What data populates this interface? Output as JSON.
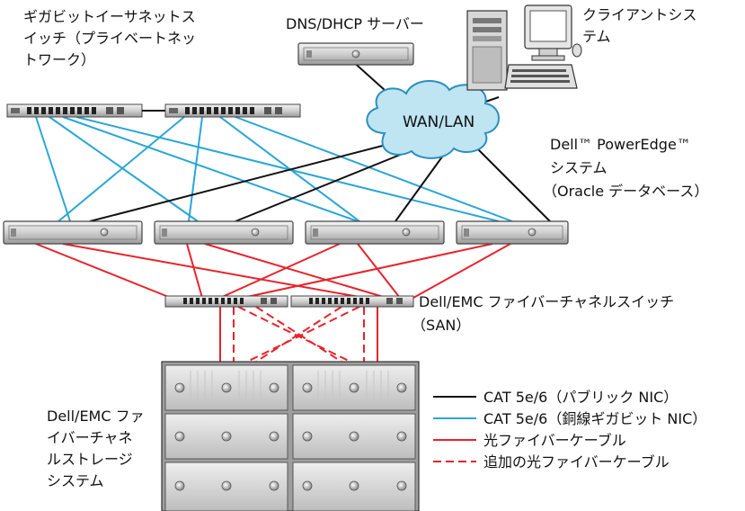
{
  "labels": {
    "gigabit_switch": [
      "ギガビットイーサネットス",
      "イッチ（プライベートネッ",
      "トワーク）"
    ],
    "dns_server": "DNS/DHCP サーバー",
    "client_system": [
      "クライアントシス",
      "テム"
    ],
    "wan_lan": "WAN/LAN",
    "poweredge": [
      "Dell™ PowerEdge™",
      "システム",
      "（Oracle データベース）"
    ],
    "fc_switch": [
      "Dell/EMC ファイバーチャネルスイッチ",
      "（SAN）"
    ],
    "fc_storage": [
      "Dell/EMC ファ",
      "イバーチャネ",
      "ルストレージ",
      "システム"
    ]
  },
  "legend": [
    {
      "label": "CAT 5e/6（パブリック NIC）",
      "color": "#111111",
      "style": "solid"
    },
    {
      "label": "CAT 5e/6（銅線ギガビット NIC）",
      "color": "#2aa6d6",
      "style": "solid"
    },
    {
      "label": "光ファイバーケーブル",
      "color": "#e8232c",
      "style": "solid"
    },
    {
      "label": "追加の光ファイバーケーブル",
      "color": "#e8232c",
      "style": "dashed"
    }
  ],
  "colors": {
    "public": "#111111",
    "private": "#2aa6d6",
    "fiber": "#e8232c",
    "cloud_fill": "#bfe4f2",
    "cloud_stroke": "#2a8fbf"
  }
}
